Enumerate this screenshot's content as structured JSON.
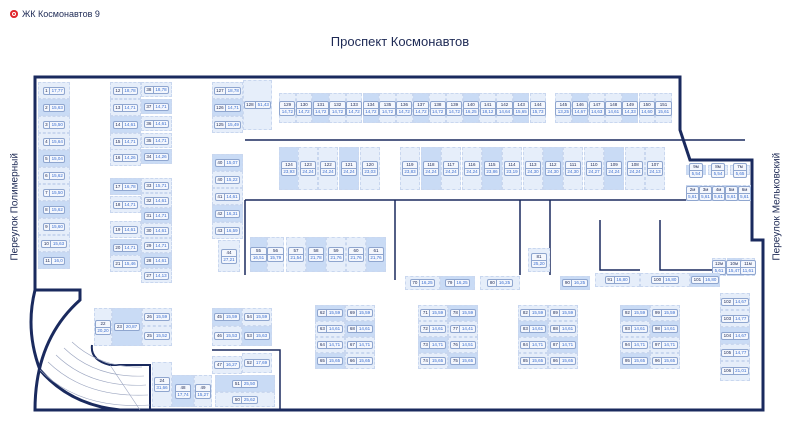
{
  "header": {
    "project": "ЖК Космонавтов 9"
  },
  "streets": {
    "top": "Проспект Космонавтов",
    "left": "Переулок Полимерный",
    "right": "Переулок Мельковский"
  },
  "colors": {
    "accent": "#e0262b",
    "wall": "#1a2a5e",
    "spot_light": "#e6eefa",
    "spot_dark": "#c9dbf5"
  },
  "spots": [
    {
      "id": "1",
      "area": "17,77"
    },
    {
      "id": "2",
      "area": "15,63"
    },
    {
      "id": "3",
      "area": "15,50"
    },
    {
      "id": "4",
      "area": "15,64"
    },
    {
      "id": "5",
      "area": "15,04"
    },
    {
      "id": "6",
      "area": "15,62"
    },
    {
      "id": "7",
      "area": "15,50"
    },
    {
      "id": "8",
      "area": "15,62"
    },
    {
      "id": "9",
      "area": "15,60"
    },
    {
      "id": "10",
      "area": "15,63"
    },
    {
      "id": "11",
      "area": "16,0"
    },
    {
      "id": "12",
      "area": "18,78"
    },
    {
      "id": "13",
      "area": "14,71"
    },
    {
      "id": "14",
      "area": "14,61"
    },
    {
      "id": "15",
      "area": "14,71"
    },
    {
      "id": "16",
      "area": "14,26"
    },
    {
      "id": "17",
      "area": "16,78"
    },
    {
      "id": "18",
      "area": "14,71"
    },
    {
      "id": "19",
      "area": "14,61"
    },
    {
      "id": "20",
      "area": "14,71"
    },
    {
      "id": "21",
      "area": "15,46"
    },
    {
      "id": "38",
      "area": "18,78"
    },
    {
      "id": "37",
      "area": "14,71"
    },
    {
      "id": "36",
      "area": "14,61"
    },
    {
      "id": "35",
      "area": "14,71"
    },
    {
      "id": "34",
      "area": "14,26"
    },
    {
      "id": "33",
      "area": "15,71"
    },
    {
      "id": "32",
      "area": "14,61"
    },
    {
      "id": "31",
      "area": "14,71"
    },
    {
      "id": "30",
      "area": "14,61"
    },
    {
      "id": "29",
      "area": "14,71"
    },
    {
      "id": "28",
      "area": "14,61"
    },
    {
      "id": "27",
      "area": "14,13"
    },
    {
      "id": "127",
      "area": "18,78"
    },
    {
      "id": "126",
      "area": "14,71"
    },
    {
      "id": "125",
      "area": "15,49"
    },
    {
      "id": "128",
      "area": "51,43"
    },
    {
      "id": "40",
      "area": "15,07"
    },
    {
      "id": "40",
      "area": "15,22"
    },
    {
      "id": "41",
      "area": "14,61"
    },
    {
      "id": "42",
      "area": "16,31"
    },
    {
      "id": "43",
      "area": "16,59"
    },
    {
      "id": "44",
      "area": "27,21"
    },
    {
      "id": "55",
      "area": "16,51"
    },
    {
      "id": "56",
      "area": "15,79"
    },
    {
      "id": "57",
      "area": "21,54"
    },
    {
      "id": "58",
      "area": "21,78"
    },
    {
      "id": "59",
      "area": "21,76"
    },
    {
      "id": "60",
      "area": "21,76"
    },
    {
      "id": "61",
      "area": "21,76"
    },
    {
      "id": "129",
      "area": "14,72"
    },
    {
      "id": "130",
      "area": "14,72"
    },
    {
      "id": "131",
      "area": "14,72"
    },
    {
      "id": "132",
      "area": "14,72"
    },
    {
      "id": "133",
      "area": "14,72"
    },
    {
      "id": "134",
      "area": "14,72"
    },
    {
      "id": "135",
      "area": "14,72"
    },
    {
      "id": "136",
      "area": "14,72"
    },
    {
      "id": "137",
      "area": "14,72"
    },
    {
      "id": "138",
      "area": "14,72"
    },
    {
      "id": "139",
      "area": "14,72"
    },
    {
      "id": "140",
      "area": "16,25"
    },
    {
      "id": "141",
      "area": "18,12"
    },
    {
      "id": "142",
      "area": "14,64"
    },
    {
      "id": "143",
      "area": "15,65"
    },
    {
      "id": "144",
      "area": "15,73"
    },
    {
      "id": "145",
      "area": "13,25"
    },
    {
      "id": "146",
      "area": "14,67"
    },
    {
      "id": "147",
      "area": "14,63"
    },
    {
      "id": "148",
      "area": "14,61"
    },
    {
      "id": "149",
      "area": "14,33"
    },
    {
      "id": "150",
      "area": "14,60"
    },
    {
      "id": "151",
      "area": "15,61"
    },
    {
      "id": "124",
      "area": "23,93"
    },
    {
      "id": "123",
      "area": "24,24"
    },
    {
      "id": "122",
      "area": "24,24"
    },
    {
      "id": "121",
      "area": "24,24"
    },
    {
      "id": "120",
      "area": "23,03"
    },
    {
      "id": "119",
      "area": "23,83"
    },
    {
      "id": "118",
      "area": "24,24"
    },
    {
      "id": "117",
      "area": "24,24"
    },
    {
      "id": "116",
      "area": "24,24"
    },
    {
      "id": "115",
      "area": "23,86"
    },
    {
      "id": "114",
      "area": "23,19"
    },
    {
      "id": "113",
      "area": "24,30"
    },
    {
      "id": "112",
      "area": "24,30"
    },
    {
      "id": "111",
      "area": "24,30"
    },
    {
      "id": "110",
      "area": "24,27"
    },
    {
      "id": "109",
      "area": "24,24"
    },
    {
      "id": "108",
      "area": "24,24"
    },
    {
      "id": "107",
      "area": "24,13"
    },
    {
      "id": "9м",
      "area": "5,54"
    },
    {
      "id": "8м",
      "area": "5,54"
    },
    {
      "id": "7м",
      "area": "5,65"
    },
    {
      "id": "2м",
      "area": "5,61"
    },
    {
      "id": "3м",
      "area": "5,61"
    },
    {
      "id": "4м",
      "area": "5,61"
    },
    {
      "id": "5м",
      "area": "5,61"
    },
    {
      "id": "6м",
      "area": "5,61"
    },
    {
      "id": "12м",
      "area": "5,61"
    },
    {
      "id": "10м",
      "area": "15,47"
    },
    {
      "id": "11м",
      "area": "11,61"
    },
    {
      "id": "70",
      "area": "16,25"
    },
    {
      "id": "79",
      "area": "16,25"
    },
    {
      "id": "80",
      "area": "16,25"
    },
    {
      "id": "81",
      "area": "25,20"
    },
    {
      "id": "90",
      "area": "16,25"
    },
    {
      "id": "91",
      "area": "16,80"
    },
    {
      "id": "100",
      "area": "16,80"
    },
    {
      "id": "101",
      "area": "16,80"
    },
    {
      "id": "102",
      "area": "14,67"
    },
    {
      "id": "103",
      "area": "14,77"
    },
    {
      "id": "104",
      "area": "14,67"
    },
    {
      "id": "105",
      "area": "14,77"
    },
    {
      "id": "106",
      "area": "21,01"
    },
    {
      "id": "62",
      "area": "15,59"
    },
    {
      "id": "69",
      "area": "15,59"
    },
    {
      "id": "63",
      "area": "14,61"
    },
    {
      "id": "68",
      "area": "14,61"
    },
    {
      "id": "64",
      "area": "14,71"
    },
    {
      "id": "67",
      "area": "14,71"
    },
    {
      "id": "65",
      "area": "15,65"
    },
    {
      "id": "66",
      "area": "15,65"
    },
    {
      "id": "71",
      "area": "15,59"
    },
    {
      "id": "78",
      "area": "15,59"
    },
    {
      "id": "72",
      "area": "14,61"
    },
    {
      "id": "77",
      "area": "14,41"
    },
    {
      "id": "73",
      "area": "14,71"
    },
    {
      "id": "76",
      "area": "14,51"
    },
    {
      "id": "74",
      "area": "15,65"
    },
    {
      "id": "75",
      "area": "15,65"
    },
    {
      "id": "82",
      "area": "15,59"
    },
    {
      "id": "89",
      "area": "15,59"
    },
    {
      "id": "83",
      "area": "14,61"
    },
    {
      "id": "88",
      "area": "14,61"
    },
    {
      "id": "84",
      "area": "14,71"
    },
    {
      "id": "87",
      "area": "14,71"
    },
    {
      "id": "85",
      "area": "15,65"
    },
    {
      "id": "86",
      "area": "15,65"
    },
    {
      "id": "92",
      "area": "15,59"
    },
    {
      "id": "99",
      "area": "15,59"
    },
    {
      "id": "93",
      "area": "14,61"
    },
    {
      "id": "98",
      "area": "14,61"
    },
    {
      "id": "94",
      "area": "14,71"
    },
    {
      "id": "97",
      "area": "14,71"
    },
    {
      "id": "95",
      "area": "15,65"
    },
    {
      "id": "96",
      "area": "15,65"
    },
    {
      "id": "22",
      "area": "20,20"
    },
    {
      "id": "23",
      "area": "20,87"
    },
    {
      "id": "26",
      "area": "15,59"
    },
    {
      "id": "25",
      "area": "15,52"
    },
    {
      "id": "45",
      "area": "15,59"
    },
    {
      "id": "46",
      "area": "15,53"
    },
    {
      "id": "54",
      "area": "15,59"
    },
    {
      "id": "53",
      "area": "15,63"
    },
    {
      "id": "47",
      "area": "16,27"
    },
    {
      "id": "52",
      "area": "17,69"
    },
    {
      "id": "51",
      "area": "25,50"
    },
    {
      "id": "50",
      "area": "25,62"
    },
    {
      "id": "24",
      "area": "31,66"
    },
    {
      "id": "48",
      "area": "17,74"
    },
    {
      "id": "49",
      "area": "15,27"
    }
  ]
}
